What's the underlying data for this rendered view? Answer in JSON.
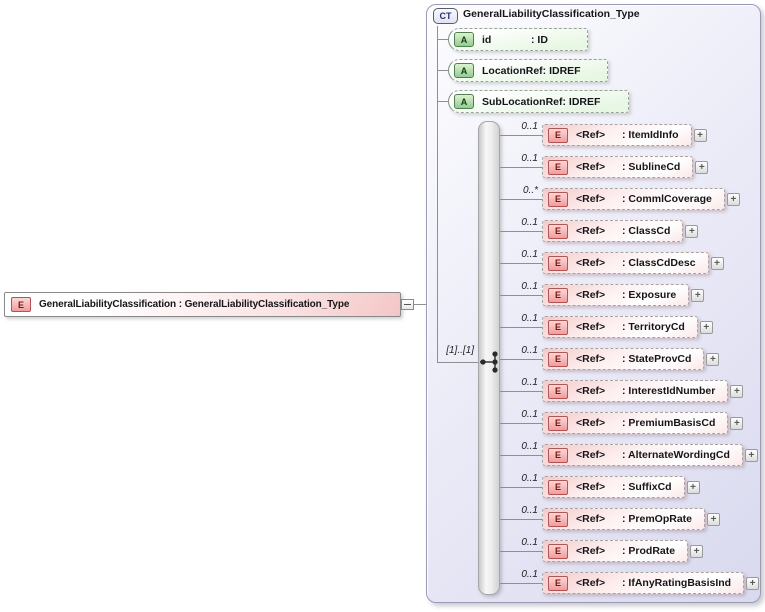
{
  "ui": {
    "expand_glyph": "+",
    "collapse_glyph": "-",
    "colors": {
      "element_pink": "#f5caca",
      "attribute_green": "#e7f7e3",
      "complex_type_lavender": "#e3e3f5",
      "line_gray": "#8f8f8f"
    }
  },
  "root_element": {
    "badge": "E",
    "name": "GeneralLiabilityClassification",
    "type": "GeneralLiabilityClassification_Type",
    "label": "GeneralLiabilityClassification : GeneralLiabilityClassification_Type"
  },
  "complex_type": {
    "badge": "CT",
    "title": "GeneralLiabilityClassification_Type",
    "attributes": [
      {
        "badge": "A",
        "name": "id",
        "type": "ID",
        "type_display": ": ID"
      },
      {
        "badge": "A",
        "name": "LocationRef",
        "type": "IDREF",
        "type_display": ": IDREF"
      },
      {
        "badge": "A",
        "name": "SubLocationRef",
        "type": "IDREF",
        "type_display": ": IDREF"
      }
    ],
    "sequence": {
      "occurrence": "[1]..[1]"
    },
    "elements": [
      {
        "badge": "E",
        "occurs": "0..1",
        "ref": "<Ref>",
        "name": "ItemIdInfo",
        "name_display": ": ItemIdInfo"
      },
      {
        "badge": "E",
        "occurs": "0..1",
        "ref": "<Ref>",
        "name": "SublineCd",
        "name_display": ": SublineCd"
      },
      {
        "badge": "E",
        "occurs": "0..*",
        "ref": "<Ref>",
        "name": "CommlCoverage",
        "name_display": ": CommlCoverage"
      },
      {
        "badge": "E",
        "occurs": "0..1",
        "ref": "<Ref>",
        "name": "ClassCd",
        "name_display": ": ClassCd"
      },
      {
        "badge": "E",
        "occurs": "0..1",
        "ref": "<Ref>",
        "name": "ClassCdDesc",
        "name_display": ": ClassCdDesc"
      },
      {
        "badge": "E",
        "occurs": "0..1",
        "ref": "<Ref>",
        "name": "Exposure",
        "name_display": ": Exposure"
      },
      {
        "badge": "E",
        "occurs": "0..1",
        "ref": "<Ref>",
        "name": "TerritoryCd",
        "name_display": ": TerritoryCd"
      },
      {
        "badge": "E",
        "occurs": "0..1",
        "ref": "<Ref>",
        "name": "StateProvCd",
        "name_display": ": StateProvCd"
      },
      {
        "badge": "E",
        "occurs": "0..1",
        "ref": "<Ref>",
        "name": "InterestIdNumber",
        "name_display": ": InterestIdNumber"
      },
      {
        "badge": "E",
        "occurs": "0..1",
        "ref": "<Ref>",
        "name": "PremiumBasisCd",
        "name_display": ": PremiumBasisCd"
      },
      {
        "badge": "E",
        "occurs": "0..1",
        "ref": "<Ref>",
        "name": "AlternateWordingCd",
        "name_display": ": AlternateWordingCd"
      },
      {
        "badge": "E",
        "occurs": "0..1",
        "ref": "<Ref>",
        "name": "SuffixCd",
        "name_display": ": SuffixCd"
      },
      {
        "badge": "E",
        "occurs": "0..1",
        "ref": "<Ref>",
        "name": "PremOpRate",
        "name_display": ": PremOpRate"
      },
      {
        "badge": "E",
        "occurs": "0..1",
        "ref": "<Ref>",
        "name": "ProdRate",
        "name_display": ": ProdRate"
      },
      {
        "badge": "E",
        "occurs": "0..1",
        "ref": "<Ref>",
        "name": "IfAnyRatingBasisInd",
        "name_display": ": IfAnyRatingBasisInd"
      }
    ]
  }
}
